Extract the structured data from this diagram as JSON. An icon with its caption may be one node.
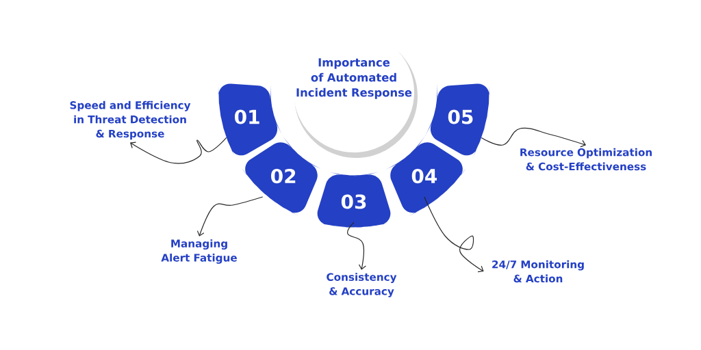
{
  "diagram": {
    "nodes": [
      {
        "text": [
          "Importance of Automated Incident Response"
        ]
      },
      {
        "text": [
          "01"
        ]
      },
      {
        "text": [
          "02"
        ]
      },
      {
        "text": [
          "03"
        ]
      },
      {
        "text": [
          "04"
        ]
      },
      {
        "text": [
          "05"
        ]
      },
      {
        "text": [
          "Speed and Efficiency in Threat Detection & Response"
        ]
      },
      {
        "text": [
          "Managing Alert Fatigue"
        ]
      },
      {
        "text": [
          "Consistency & Accuracy"
        ]
      },
      {
        "text": [
          "24/7 Monitoring & Action"
        ]
      },
      {
        "text": [
          "Resource Optimization & Cost-Effectiveness"
        ]
      }
    ],
    "edges": [
      {
        "from": 1,
        "to": 6,
        "arrow": "to"
      },
      {
        "from": 2,
        "to": 7,
        "arrow": "to"
      },
      {
        "from": 3,
        "to": 8,
        "arrow": "to"
      },
      {
        "from": 4,
        "to": 9,
        "arrow": "to"
      },
      {
        "from": 5,
        "to": 10,
        "arrow": "to"
      }
    ]
  }
}
